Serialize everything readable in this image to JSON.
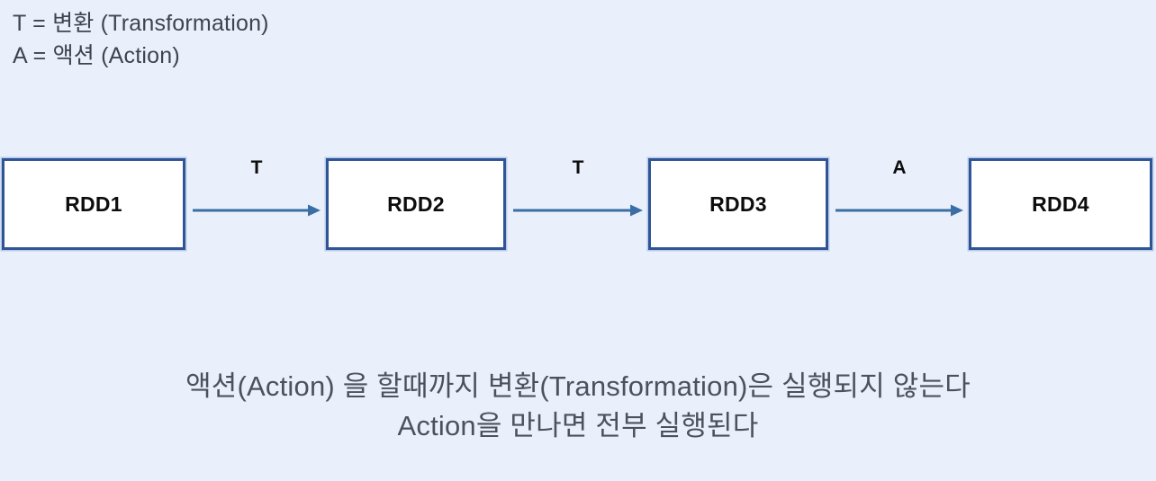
{
  "background_color": "#eaf0fb",
  "legend": {
    "lines": [
      {
        "text": "T = 변환 (Transformation)"
      },
      {
        "text": "A = 액션 (Action)"
      }
    ]
  },
  "diagram": {
    "type": "flowchart",
    "box_border_color": "#2f5597",
    "box_fill_color": "#ffffff",
    "arrow_color": "#3a6ea5",
    "nodes": [
      {
        "label": "RDD1"
      },
      {
        "label": "RDD2"
      },
      {
        "label": "RDD3"
      },
      {
        "label": "RDD4"
      }
    ],
    "edges": [
      {
        "label": "T",
        "from": "RDD1",
        "to": "RDD2"
      },
      {
        "label": "T",
        "from": "RDD2",
        "to": "RDD3"
      },
      {
        "label": "A",
        "from": "RDD3",
        "to": "RDD4"
      }
    ]
  },
  "caption": {
    "lines": [
      {
        "text": "액션(Action) 을 할때까지 변환(Transformation)은 실행되지 않는다"
      },
      {
        "text": "Action을 만나면 전부 실행된다"
      }
    ]
  }
}
